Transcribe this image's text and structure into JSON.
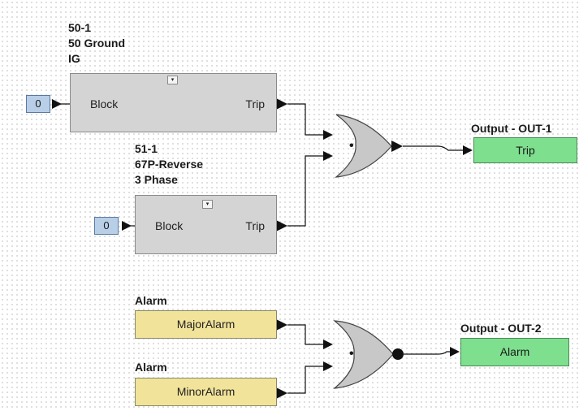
{
  "block1": {
    "title_lines": [
      "50-1",
      "50 Ground",
      "IG"
    ],
    "input_label": "Block",
    "output_label": "Trip",
    "input_value": "0",
    "dropdown_glyph": "▾"
  },
  "block2": {
    "title_lines": [
      "51-1",
      "67P-Reverse",
      "3 Phase"
    ],
    "input_label": "Block",
    "output_label": "Trip",
    "input_value": "0",
    "dropdown_glyph": "▾"
  },
  "alarm1": {
    "header": "Alarm",
    "label": "MajorAlarm"
  },
  "alarm2": {
    "header": "Alarm",
    "label": "MinorAlarm"
  },
  "gate1": {
    "type": "OR",
    "symbol": "•"
  },
  "gate2": {
    "type": "NOR",
    "symbol": "•"
  },
  "output1": {
    "header": "Output - OUT-1",
    "label": "Trip"
  },
  "output2": {
    "header": "Output - OUT-2",
    "label": "Alarm"
  },
  "colors": {
    "block_fill": "#d4d4d4",
    "input_fill": "#b9cfe8",
    "alarm_fill": "#f2e39a",
    "output_fill": "#7ee08e",
    "gate_fill": "#c8c8c8"
  }
}
